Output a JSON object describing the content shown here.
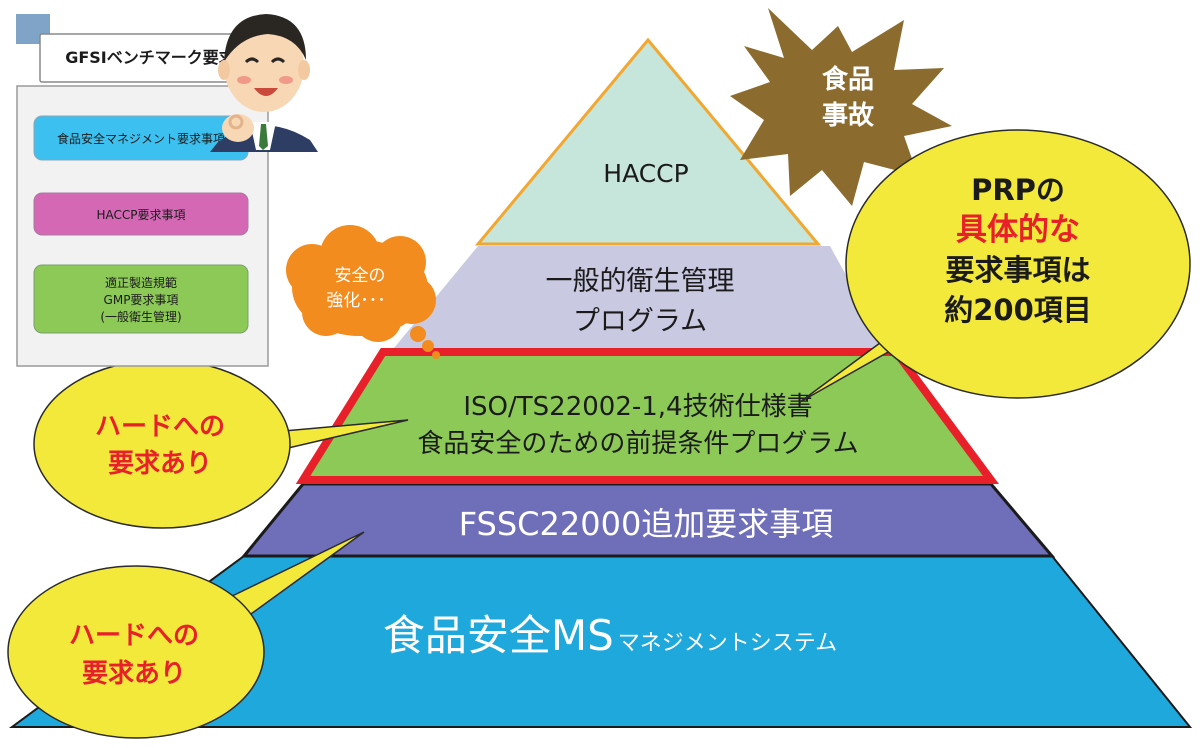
{
  "gfsi_panel": {
    "header": "GFSIベンチマーク要求",
    "items": [
      {
        "lines": [
          "食品安全マネジメント要求事項"
        ],
        "color": "#3cc0ef"
      },
      {
        "lines": [
          "HACCP要求事項"
        ],
        "color": "#d468b5"
      },
      {
        "lines": [
          "適正製造規範",
          "GMP要求事項",
          "(一般衛生管理)"
        ],
        "color": "#8cc957"
      }
    ]
  },
  "pyramid": {
    "haccp": {
      "lines": [
        "HACCP"
      ],
      "color": "#c6e6dc"
    },
    "general_hygiene": {
      "lines": [
        "一般的衛生管理",
        "プログラム"
      ],
      "color": "#c9c9e2"
    },
    "iso": {
      "lines": [
        "ISO/TS22002-1,4技術仕様書",
        "食品安全のための前提条件プログラム"
      ],
      "color": "#8cc957",
      "border": "#e8202a"
    },
    "fssc": {
      "lines": [
        "FSSC22000追加要求事項"
      ],
      "color": "#6f6eb8"
    },
    "base": {
      "main": "食品安全MS",
      "suffix": "マネジメントシステム",
      "color": "#1fa8dc"
    }
  },
  "starburst": {
    "lines": [
      "食品",
      "事故"
    ],
    "color": "#8b6b2e"
  },
  "thought_bubble": {
    "lines": [
      "安全の",
      "強化･･･"
    ],
    "color": "#f28c1e"
  },
  "callout_prp": {
    "line1": "PRPの",
    "highlight": "具体的な",
    "line3": "要求事項は",
    "line4": "約200項目",
    "color": "#f2e93a"
  },
  "callout_hard_1": {
    "lines": [
      "ハードへの",
      "要求あり"
    ],
    "color": "#f2e93a"
  },
  "callout_hard_2": {
    "lines": [
      "ハードへの",
      "要求あり"
    ],
    "color": "#f2e93a"
  },
  "accent_red": "#e8202a"
}
